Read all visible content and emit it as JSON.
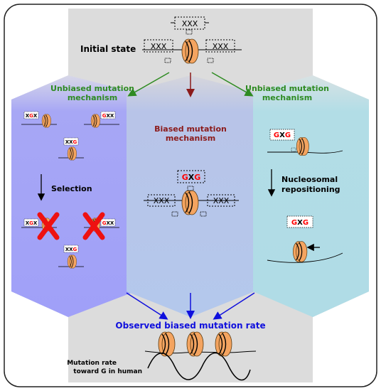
{
  "initial_state": "Initial state",
  "seq_xxx": "XXX",
  "left_branch": {
    "title_line1": "Unbiased mutation",
    "title_line2": "mechanism",
    "step": "Selection",
    "seq_xgx": "XGX",
    "seq_gxx": "GXX",
    "seq_xxg": "XXG"
  },
  "middle_branch": {
    "title_line1": "Biased mutation",
    "title_line2": "mechanism",
    "seq_gxg": "GXG"
  },
  "right_branch": {
    "title_line1": "Unbiased mutation",
    "title_line2": "mechanism",
    "step_line1": "Nucleosomal",
    "step_line2": "repositioning",
    "seq_gxg": "GXG"
  },
  "observed": "Observed biased mutation rate",
  "rate_label_line1": "Mutation rate",
  "rate_label_line2": "toward G in human",
  "colors": {
    "green": "#2e8b22",
    "darkred": "#8b1a1a",
    "blue": "#1010dd",
    "red": "#ff0000",
    "nucleosome": "#f4a460"
  }
}
